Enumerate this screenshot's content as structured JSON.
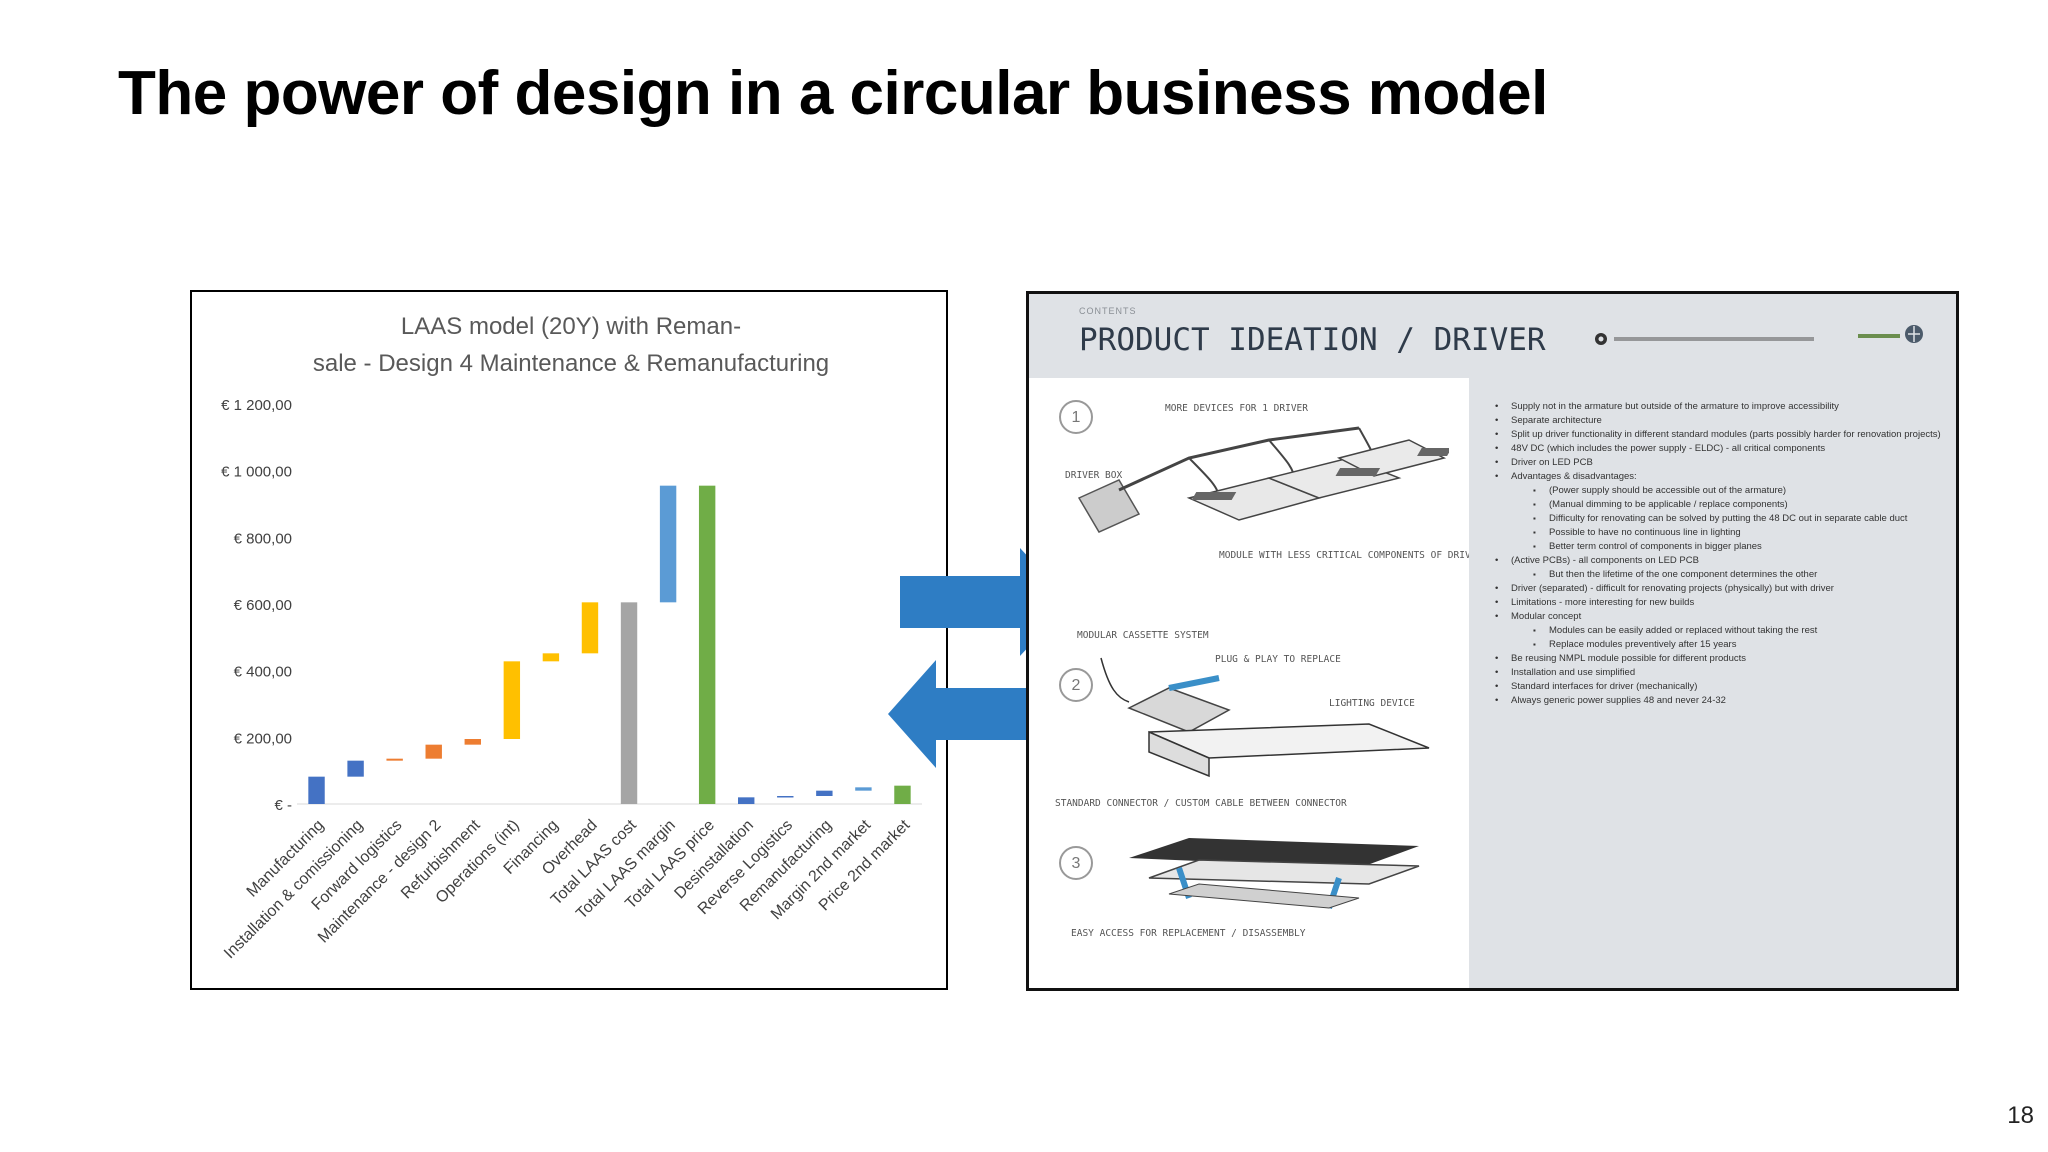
{
  "slide": {
    "title": "The power of design in a circular business model",
    "page_number": "18"
  },
  "colors": {
    "blue": "#4472C4",
    "orange": "#ED7D31",
    "yellow": "#FFC000",
    "gray": "#A5A5A5",
    "lightblue": "#5B9BD5",
    "green": "#70AD47",
    "arrow": "#2E7DC4"
  },
  "chart_data": {
    "type": "bar",
    "subtype": "waterfall",
    "title_lines": [
      "LAAS model (20Y) with Reman-",
      "sale - Design 4 Maintenance & Remanufacturing"
    ],
    "ylim": [
      0,
      1200
    ],
    "yticks": [
      0,
      200,
      400,
      600,
      800,
      1000,
      1200
    ],
    "ytick_labels": [
      "€ -",
      "€ 200,00",
      "€ 400,00",
      "€ 600,00",
      "€ 800,00",
      "€ 1 000,00",
      "€ 1 200,00"
    ],
    "grid": false,
    "legend": "none",
    "bars": [
      {
        "label": "Manufacturing",
        "start": 0,
        "end": 82,
        "color": "blue"
      },
      {
        "label": "Installation & comissioning",
        "start": 82,
        "end": 130,
        "color": "blue"
      },
      {
        "label": "Forward logistics",
        "start": 130,
        "end": 136,
        "color": "orange"
      },
      {
        "label": "Maintenance - design 2",
        "start": 136,
        "end": 178,
        "color": "orange"
      },
      {
        "label": "Refurbishment",
        "start": 178,
        "end": 195,
        "color": "orange"
      },
      {
        "label": "Operations (int)",
        "start": 195,
        "end": 428,
        "color": "yellow"
      },
      {
        "label": "Financing",
        "start": 428,
        "end": 452,
        "color": "yellow"
      },
      {
        "label": "Overhead",
        "start": 452,
        "end": 605,
        "color": "yellow"
      },
      {
        "label": "Total LAAS cost",
        "start": 0,
        "end": 605,
        "color": "gray"
      },
      {
        "label": "Total LAAS margin",
        "start": 605,
        "end": 955,
        "color": "lightblue"
      },
      {
        "label": "Total LAAS price",
        "start": 0,
        "end": 955,
        "color": "green"
      },
      {
        "label": "Desinstallation",
        "start": 0,
        "end": 20,
        "color": "blue"
      },
      {
        "label": "Reverse Logistics",
        "start": 20,
        "end": 24,
        "color": "blue"
      },
      {
        "label": "Remanufacturing",
        "start": 24,
        "end": 40,
        "color": "blue"
      },
      {
        "label": "Margin 2nd market",
        "start": 40,
        "end": 50,
        "color": "lightblue"
      },
      {
        "label": "Price 2nd market",
        "start": 0,
        "end": 55,
        "color": "green"
      }
    ]
  },
  "product_image": {
    "header_small": "CONTENTS",
    "title": "PRODUCT IDEATION / DRIVER",
    "header_link": "",
    "logo": "",
    "numbers": [
      "1",
      "2",
      "3"
    ],
    "labels": [
      "MORE DEVICES FOR 1 DRIVER",
      "DRIVER BOX",
      "MODULE WITH LESS CRITICAL COMPONENTS OF DRIVER",
      "MODULAR CASSETTE SYSTEM",
      "PLUG & PLAY TO REPLACE",
      "LIGHTING DEVICE",
      "STANDARD CONNECTOR / CUSTOM CABLE BETWEEN CONNECTOR",
      "EASY ACCESS FOR REPLACEMENT / DISASSEMBLY"
    ],
    "bullets": [
      {
        "text": "Supply not in the armature but outside of the armature to improve accessibility",
        "sub": false
      },
      {
        "text": "Separate architecture",
        "sub": false
      },
      {
        "text": "Split up driver functionality in different standard modules (parts possibly harder for renovation projects)",
        "sub": false
      },
      {
        "text": "48V DC (which includes the power supply - ELDC) - all critical components",
        "sub": false
      },
      {
        "text": "Driver on LED PCB",
        "sub": false
      },
      {
        "text": "Advantages & disadvantages:",
        "sub": false
      },
      {
        "text": "(Power supply should be accessible out of the armature)",
        "sub": true
      },
      {
        "text": "(Manual dimming to be applicable / replace components)",
        "sub": true
      },
      {
        "text": "Difficulty for renovating can be solved by putting the 48 DC out in separate cable duct",
        "sub": true
      },
      {
        "text": "Possible to have no continuous line in lighting",
        "sub": true
      },
      {
        "text": "Better term control of components in bigger planes",
        "sub": true
      },
      {
        "text": "(Active PCBs) - all components on LED PCB",
        "sub": false
      },
      {
        "text": "But then the lifetime of the one component determines the other",
        "sub": true
      },
      {
        "text": "Driver (separated) - difficult for renovating projects (physically) but with driver",
        "sub": false
      },
      {
        "text": "Limitations - more interesting for new builds",
        "sub": false
      },
      {
        "text": "Modular concept",
        "sub": false
      },
      {
        "text": "Modules can be easily added or replaced without taking the rest",
        "sub": true
      },
      {
        "text": "Replace modules preventively after 15 years",
        "sub": true
      },
      {
        "text": "Be reusing NMPL module possible for different products",
        "sub": false
      },
      {
        "text": "Installation and use simplified",
        "sub": false
      },
      {
        "text": "Standard interfaces for driver (mechanically)",
        "sub": false
      },
      {
        "text": "Always generic power supplies 48 and never 24-32",
        "sub": false
      }
    ]
  }
}
